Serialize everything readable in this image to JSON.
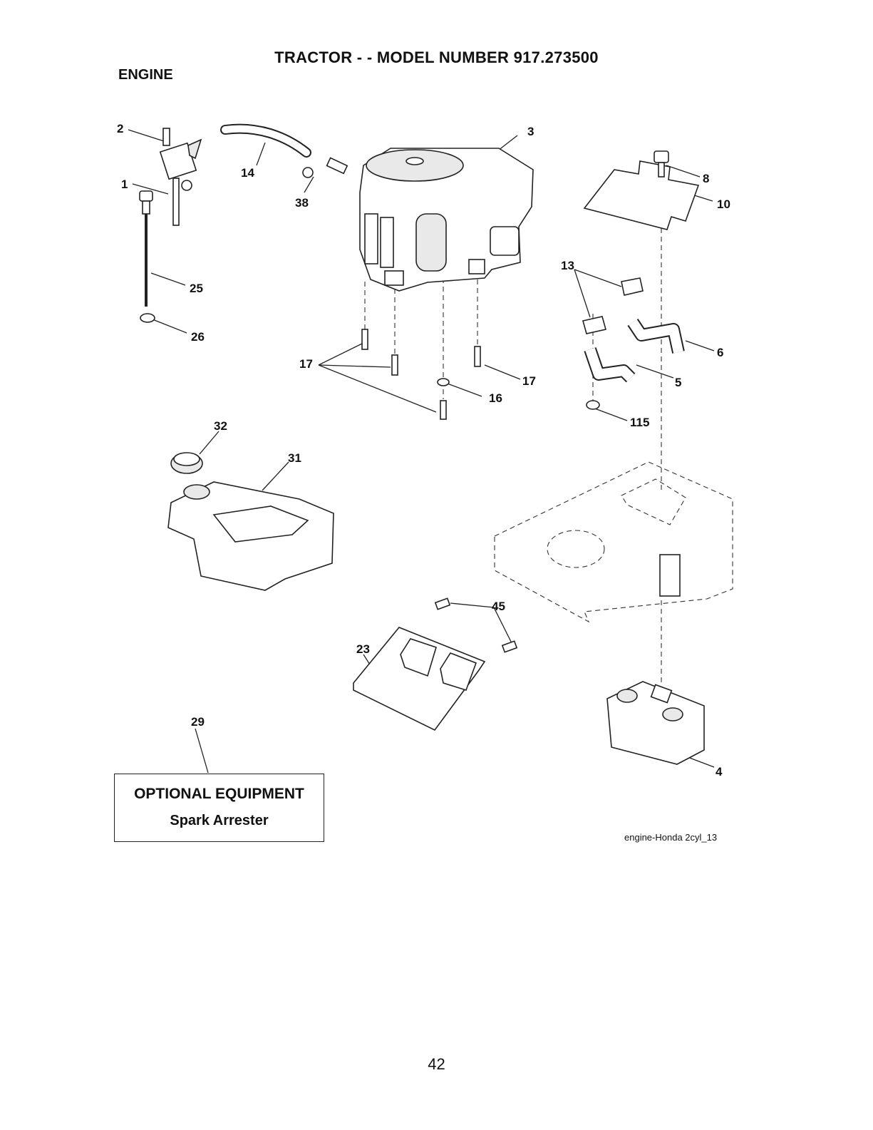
{
  "header": {
    "title": "TRACTOR - - MODEL NUMBER 917.273500",
    "section": "ENGINE"
  },
  "callouts": [
    {
      "id": "c1",
      "text": "1"
    },
    {
      "id": "c2",
      "text": "2"
    },
    {
      "id": "c3",
      "text": "3"
    },
    {
      "id": "c4",
      "text": "4"
    },
    {
      "id": "c5",
      "text": "5"
    },
    {
      "id": "c6",
      "text": "6"
    },
    {
      "id": "c8",
      "text": "8"
    },
    {
      "id": "c10",
      "text": "10"
    },
    {
      "id": "c13",
      "text": "13"
    },
    {
      "id": "c14",
      "text": "14"
    },
    {
      "id": "c16",
      "text": "16"
    },
    {
      "id": "c17a",
      "text": "17"
    },
    {
      "id": "c17b",
      "text": "17"
    },
    {
      "id": "c23",
      "text": "23"
    },
    {
      "id": "c25",
      "text": "25"
    },
    {
      "id": "c26",
      "text": "26"
    },
    {
      "id": "c29",
      "text": "29"
    },
    {
      "id": "c31",
      "text": "31"
    },
    {
      "id": "c32",
      "text": "32"
    },
    {
      "id": "c38",
      "text": "38"
    },
    {
      "id": "c45",
      "text": "45"
    },
    {
      "id": "c115",
      "text": "115"
    }
  ],
  "optional": {
    "title": "OPTIONAL EQUIPMENT",
    "item": "Spark Arrester"
  },
  "figure_ref": "engine-Honda 2cyl_13",
  "page_number": "42"
}
